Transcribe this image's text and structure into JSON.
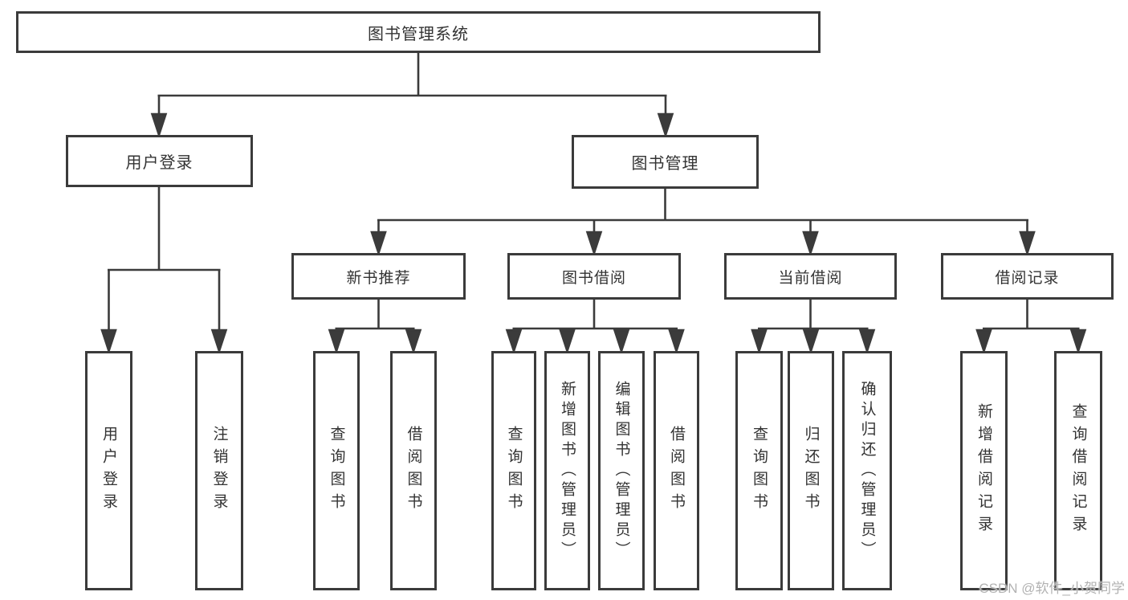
{
  "diagram": {
    "root": {
      "label": "图书管理系统"
    },
    "level2": [
      {
        "id": "user-login",
        "label": "用户登录"
      },
      {
        "id": "book-mgmt",
        "label": "图书管理"
      }
    ],
    "level3": [
      {
        "id": "new-book-rec",
        "label": "新书推荐"
      },
      {
        "id": "book-borrow",
        "label": "图书借阅"
      },
      {
        "id": "current-borrow",
        "label": "当前借阅"
      },
      {
        "id": "borrow-records",
        "label": "借阅记录"
      }
    ],
    "leaves": [
      {
        "id": "user-login-leaf",
        "label": "用户登录"
      },
      {
        "id": "logout-leaf",
        "label": "注销登录"
      },
      {
        "id": "rec-query-books",
        "label": "查询图书"
      },
      {
        "id": "rec-borrow-books",
        "label": "借阅图书"
      },
      {
        "id": "borrow-query-books",
        "label": "查询图书"
      },
      {
        "id": "borrow-add-books",
        "label": "新增图书（管理员）"
      },
      {
        "id": "borrow-edit-books",
        "label": "编辑图书（管理员）"
      },
      {
        "id": "borrow-borrow-books",
        "label": "借阅图书"
      },
      {
        "id": "current-query-books",
        "label": "查询图书"
      },
      {
        "id": "current-return-books",
        "label": "归还图书"
      },
      {
        "id": "current-confirm-return",
        "label": "确认归还（管理员）"
      },
      {
        "id": "records-add-record",
        "label": "新增借阅记录"
      },
      {
        "id": "records-query-record",
        "label": "查询借阅记录"
      }
    ]
  },
  "watermark": {
    "text": "CSDN @软件_小贺同学"
  },
  "colors": {
    "line": "#3b3b3b",
    "text": "#333333",
    "watermark": "#b2b2b2",
    "background": "#ffffff"
  }
}
